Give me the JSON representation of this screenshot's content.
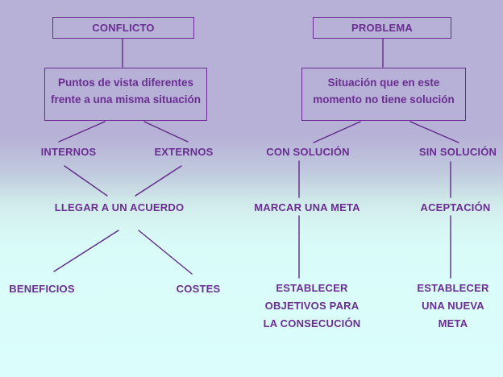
{
  "colors": {
    "background_top": "#b7b1d7",
    "background_bottom": "#dbfefc",
    "line": "#5f2a87",
    "text": "#6a2d91",
    "box_border": "#6a2d91"
  },
  "left_tree": {
    "root": "CONFLICTO",
    "definition_line1": "Puntos de vista diferentes",
    "definition_line2": "frente a una misma situación",
    "branch1": "INTERNOS",
    "branch2": "EXTERNOS",
    "merge": "LLEGAR A UN ACUERDO",
    "leaf1": "BENEFICIOS",
    "leaf2": "COSTES"
  },
  "right_tree": {
    "root": "PROBLEMA",
    "definition_line1": "Situación que en este",
    "definition_line2": "momento no tiene solución",
    "branch1": "CON SOLUCIÓN",
    "branch2": "SIN SOLUCIÓN",
    "branch1_child": "MARCAR UNA META",
    "branch2_child": "ACEPTACIÓN",
    "leaf1_line1": "ESTABLECER",
    "leaf1_line2": "OBJETIVOS PARA",
    "leaf1_line3": "LA CONSECUCIÓN",
    "leaf2_line1": "ESTABLECER",
    "leaf2_line2": "UNA NUEVA",
    "leaf2_line3": "META"
  }
}
